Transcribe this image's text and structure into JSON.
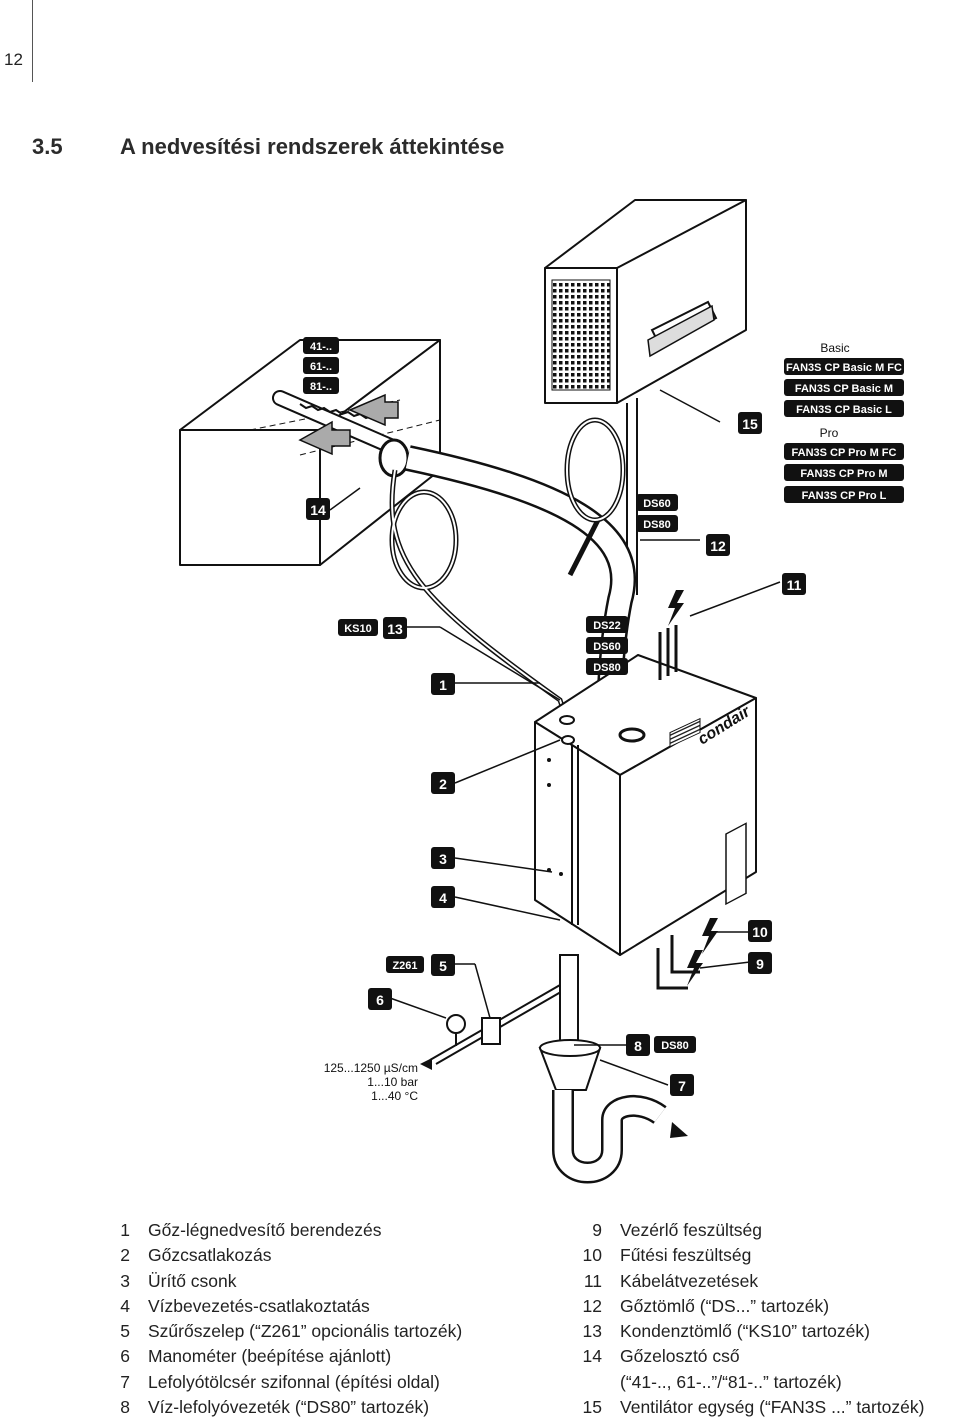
{
  "page": {
    "number": "12"
  },
  "section": {
    "number": "3.5",
    "title": "A nedvesítési rendszerek áttekintése"
  },
  "labels": {
    "c1": "1",
    "c2": "2",
    "c3": "3",
    "c4": "4",
    "c5": "5",
    "c6": "6",
    "c7": "7",
    "c8": "8",
    "c9": "9",
    "c10": "10",
    "c11": "11",
    "c12": "12",
    "c13": "13",
    "c14": "14",
    "c15": "15",
    "tube_41": "41-..",
    "tube_61": "61-..",
    "tube_81": "81-..",
    "ks10": "KS10",
    "z261": "Z261",
    "ds60_upper": "DS60",
    "ds80_upper": "DS80",
    "ds22": "DS22",
    "ds60_lower": "DS60",
    "ds80_lower": "DS80",
    "ds80_drain": "DS80",
    "fan_basic_header": "Basic",
    "fan_basic_m_fc": "FAN3S CP Basic M FC",
    "fan_basic_m": "FAN3S CP Basic M",
    "fan_basic_l": "FAN3S CP Basic L",
    "fan_pro_header": "Pro",
    "fan_pro_m_fc": "FAN3S CP Pro M FC",
    "fan_pro_m": "FAN3S CP Pro M",
    "fan_pro_l": "FAN3S CP Pro L",
    "water_conductivity": "125...1250 µS/cm",
    "water_pressure": "1...10 bar",
    "water_temp": "1...40 °C",
    "brand": "condair"
  },
  "legend": {
    "left": [
      {
        "num": "1",
        "text": "Gőz-légnedvesítő berendezés"
      },
      {
        "num": "2",
        "text": "Gőzcsatlakozás"
      },
      {
        "num": "3",
        "text": "Ürítő csonk"
      },
      {
        "num": "4",
        "text": "Vízbevezetés-csatlakoztatás"
      },
      {
        "num": "5",
        "text": "Szűrőszelep (“Z261” opcionális tartozék)"
      },
      {
        "num": "6",
        "text": "Manométer (beépítése ajánlott)"
      },
      {
        "num": "7",
        "text": "Lefolyótölcsér szifonnal (építési oldal)"
      },
      {
        "num": "8",
        "text": "Víz-lefolyóvezeték (“DS80” tartozék)"
      }
    ],
    "right": [
      {
        "num": "9",
        "text": "Vezérlő feszültség"
      },
      {
        "num": "10",
        "text": "Fűtési feszültség"
      },
      {
        "num": "11",
        "text": "Kábelátvezetések"
      },
      {
        "num": "12",
        "text": "Gőztömlő (“DS...” tartozék)"
      },
      {
        "num": "13",
        "text": "Kondenztömlő (“KS10” tartozék)"
      },
      {
        "num": "14",
        "text": "Gőzelosztó cső"
      },
      {
        "num": "",
        "text": "(“41-.., 61-..”/“81-..” tartozék)"
      },
      {
        "num": "15",
        "text": "Ventilátor egység (“FAN3S ...” tartozék)"
      }
    ]
  }
}
